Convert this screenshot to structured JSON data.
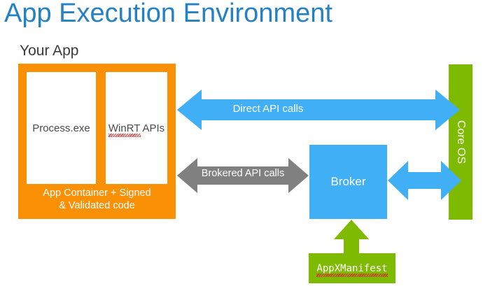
{
  "title": "App Execution Environment",
  "diagram": {
    "app_group": {
      "caption": "Your App",
      "container_label": "App Container + Signed\n& Validated code",
      "container_label_line1": "App Container + Signed",
      "container_label_line2": "& Validated code",
      "boxes": [
        {
          "name": "process-exe",
          "label": "Process.exe",
          "spellcheck_underline": false
        },
        {
          "name": "winrt-apis",
          "label": "WinRT APIs",
          "spellcheck_underline": true
        }
      ]
    },
    "core_os": {
      "label": "Core OS",
      "orientation": "vertical"
    },
    "broker": {
      "label": "Broker"
    },
    "manifest": {
      "label": "AppXManifest",
      "spellcheck_underline": true
    },
    "arrows": [
      {
        "name": "direct-api-calls",
        "label": "Direct API calls",
        "style": "double-headed",
        "color": "#41AFF5",
        "from": "WinRT APIs",
        "to": "Core OS"
      },
      {
        "name": "brokered-api-calls",
        "label": "Brokered API calls",
        "style": "double-headed",
        "color": "#808080",
        "from": "WinRT APIs",
        "to": "Broker"
      },
      {
        "name": "broker-to-core-os",
        "label": "",
        "style": "double-headed",
        "color": "#41AFF5",
        "from": "Broker",
        "to": "Core OS"
      },
      {
        "name": "manifest-to-broker",
        "label": "",
        "style": "single-headed-up",
        "color": "#7EBA00",
        "from": "AppXManifest",
        "to": "Broker"
      }
    ]
  },
  "colors": {
    "title": "#2481C6",
    "app_container": "#FA9005",
    "core_os": "#7EBA00",
    "broker": "#41AFF5",
    "manifest": "#7EBA00",
    "gray_arrow": "#808080",
    "blue_arrow": "#41AFF5",
    "text_dark": "#4a4a4a",
    "text_white": "#ffffff",
    "spellcheck": "#e02020",
    "background": "#ffffff"
  }
}
